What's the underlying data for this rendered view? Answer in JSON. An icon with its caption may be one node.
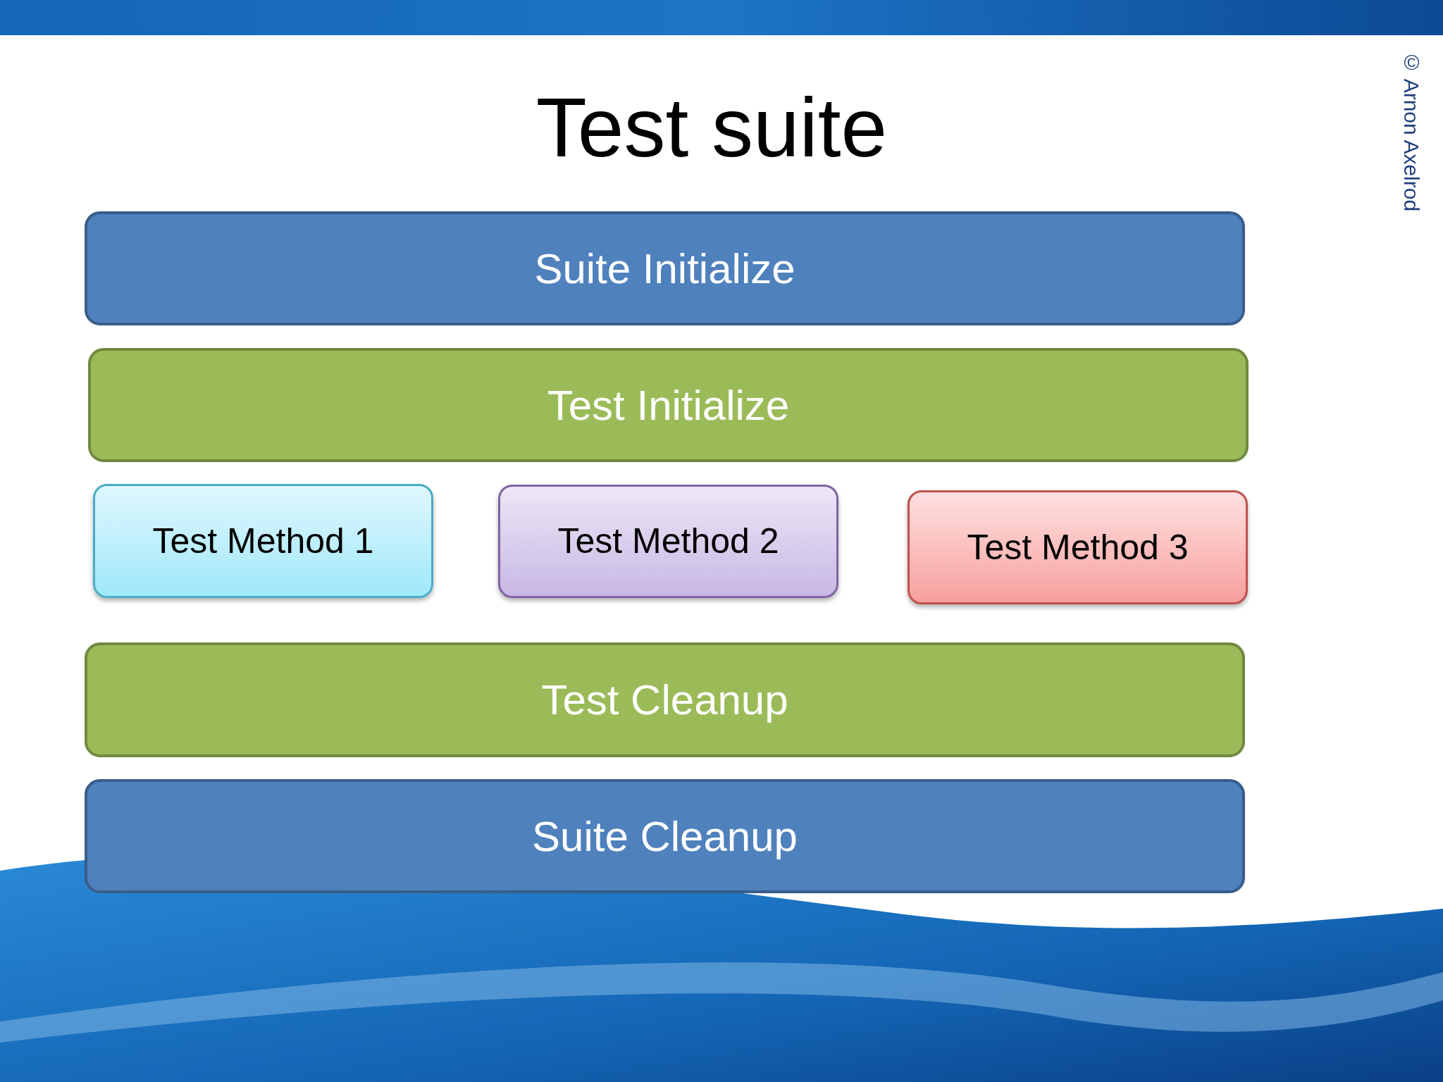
{
  "diagram": {
    "title": "Test suite",
    "nodes": [
      {
        "text": [
          "Suite Initialize"
        ]
      },
      {
        "text": [
          "Test Initialize"
        ]
      },
      {
        "text": [
          "Test Method 1"
        ]
      },
      {
        "text": [
          "Test Method 2"
        ]
      },
      {
        "text": [
          "Test Method 3"
        ]
      },
      {
        "text": [
          "Test Cleanup"
        ]
      },
      {
        "text": [
          "Suite Cleanup"
        ]
      }
    ],
    "labels": [
      "© Arnon Axelrod"
    ]
  }
}
